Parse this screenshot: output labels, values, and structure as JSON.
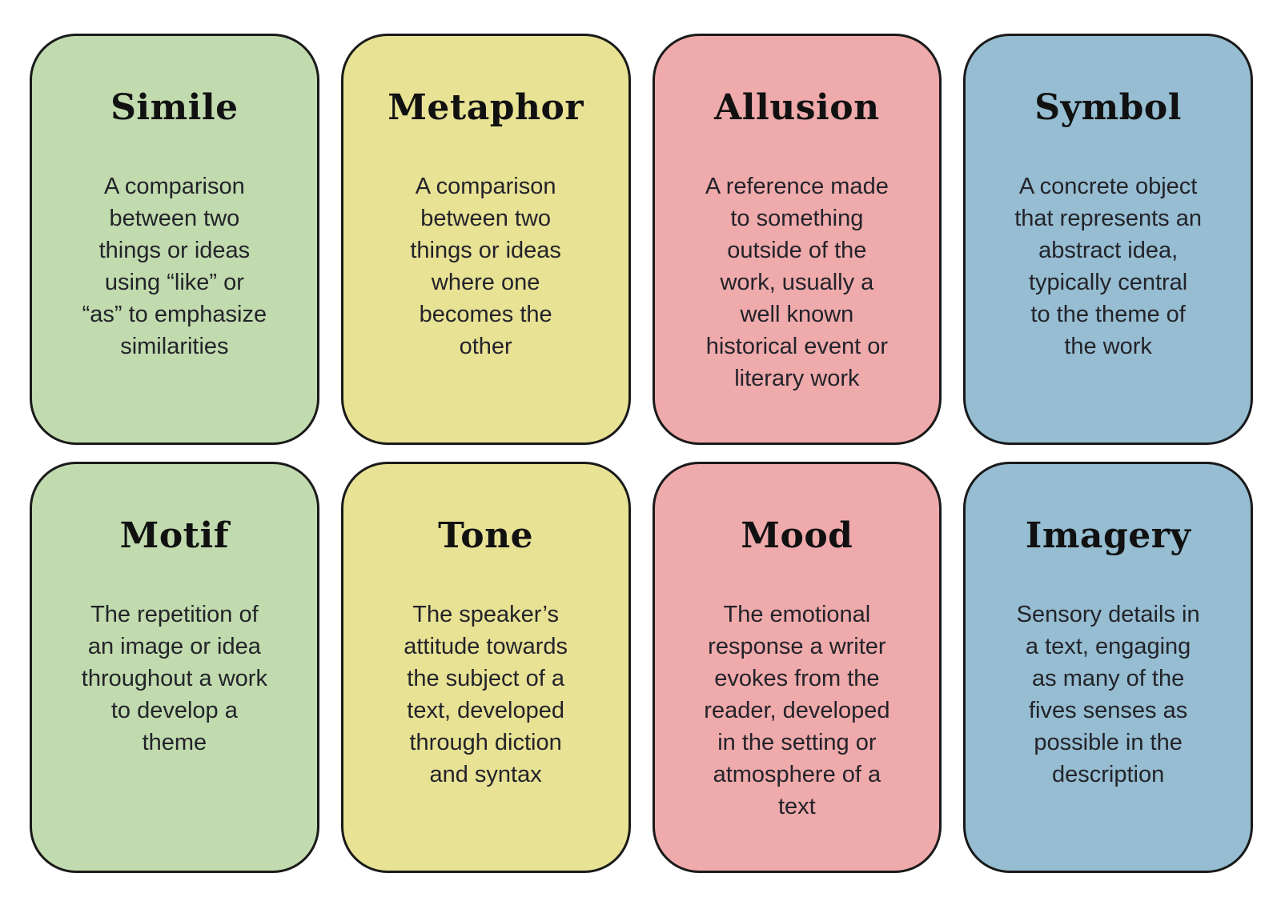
{
  "page": {
    "background": "#ffffff",
    "card_border_color": "#1a1a1a",
    "title_color": "#111111",
    "body_color": "#23232a"
  },
  "cards": [
    {
      "id": "simile",
      "title": "Simile",
      "description": "A comparison\nbetween two\nthings or ideas\nusing “like” or\n“as” to emphasize\nsimilarities",
      "bg": "#c1dbae"
    },
    {
      "id": "metaphor",
      "title": "Metaphor",
      "description": "A comparison\nbetween two\nthings or ideas\nwhere one\nbecomes the\nother",
      "bg": "#e8e295"
    },
    {
      "id": "allusion",
      "title": "Allusion",
      "description": "A reference made\nto something\noutside of the\nwork, usually a\nwell known\nhistorical event or\nliterary work",
      "bg": "#efaaab"
    },
    {
      "id": "symbol",
      "title": "Symbol",
      "description": "A concrete object\nthat represents an\nabstract idea,\ntypically central\nto the theme of\nthe work",
      "bg": "#96bdd1"
    },
    {
      "id": "motif",
      "title": "Motif",
      "description": "The repetition of\nan image or idea\nthroughout a work\nto develop a\ntheme",
      "bg": "#c1dbae"
    },
    {
      "id": "tone",
      "title": "Tone",
      "description": "The speaker’s\nattitude towards\nthe subject of a\ntext, developed\nthrough diction\nand syntax",
      "bg": "#e8e295"
    },
    {
      "id": "mood",
      "title": "Mood",
      "description": "The emotional\nresponse a writer\nevokes from the\nreader, developed\nin the setting or\natmosphere of a\ntext",
      "bg": "#efaaab"
    },
    {
      "id": "imagery",
      "title": "Imagery",
      "description": "Sensory details in\na text, engaging\nas many of the\nfives senses as\npossible in the\ndescription",
      "bg": "#96bdd1"
    }
  ]
}
